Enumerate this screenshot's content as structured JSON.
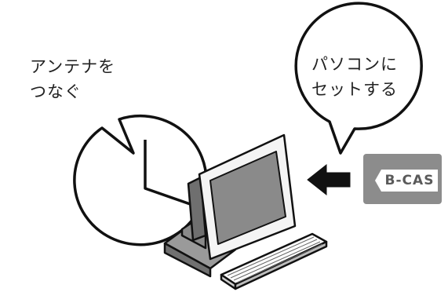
{
  "bubbles": {
    "antenna": {
      "lines": [
        "アンテナを",
        "つなぐ"
      ]
    },
    "card": {
      "lines": [
        "パソコンに",
        "セットする"
      ]
    }
  },
  "card": {
    "label": "B-CAS",
    "color": "#8c8c8c"
  },
  "icons": [
    "speech-bubble",
    "arrow-icon",
    "computer-monitor",
    "keyboard",
    "b-cas-card"
  ],
  "colors": {
    "outline": "#111111",
    "screen": "#8a8a8a",
    "card": "#8c8c8c"
  }
}
